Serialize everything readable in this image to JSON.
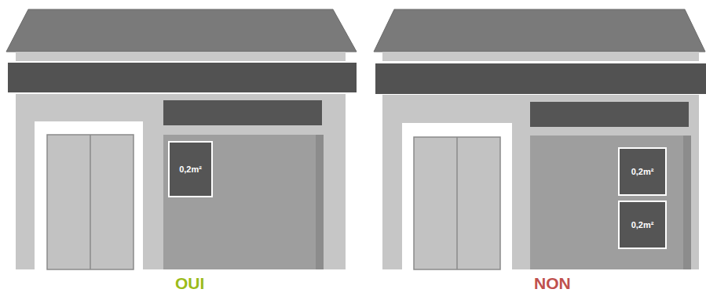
{
  "diagram": {
    "nodes": [
      {
        "text": [
          "0,2m²"
        ]
      },
      {
        "text": [
          "0,2m²"
        ]
      },
      {
        "text": [
          "0,2m²"
        ]
      }
    ],
    "labels": [
      "OUI",
      "NON"
    ]
  }
}
